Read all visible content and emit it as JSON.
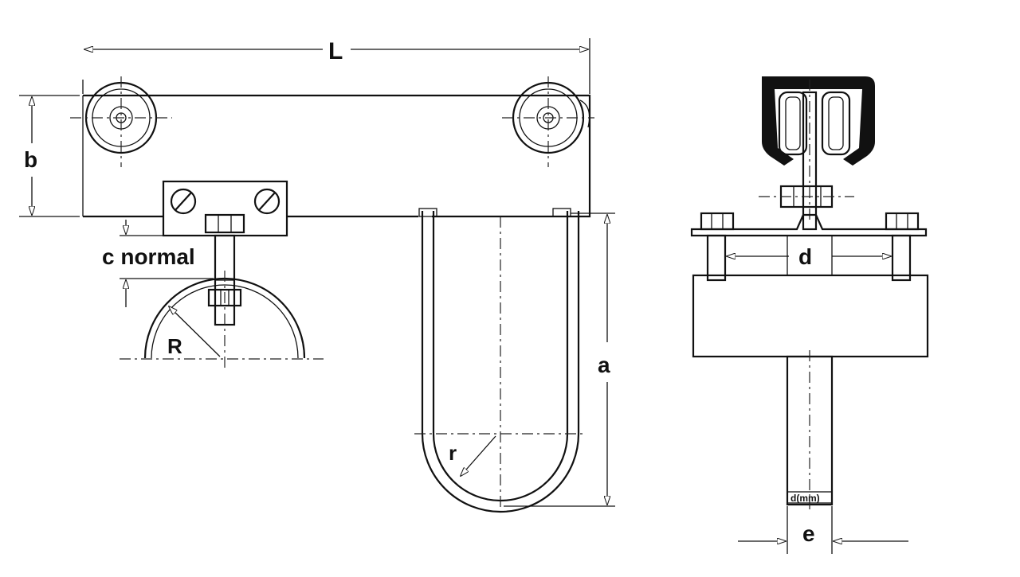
{
  "labels": {
    "length": "L",
    "height": "b",
    "clearance": "c normal",
    "cable_radius": "R",
    "loop_radius": "r",
    "loop_depth": "a",
    "bolt_spacing": "d",
    "rod_width": "e",
    "tip_text": "d(mm)"
  }
}
